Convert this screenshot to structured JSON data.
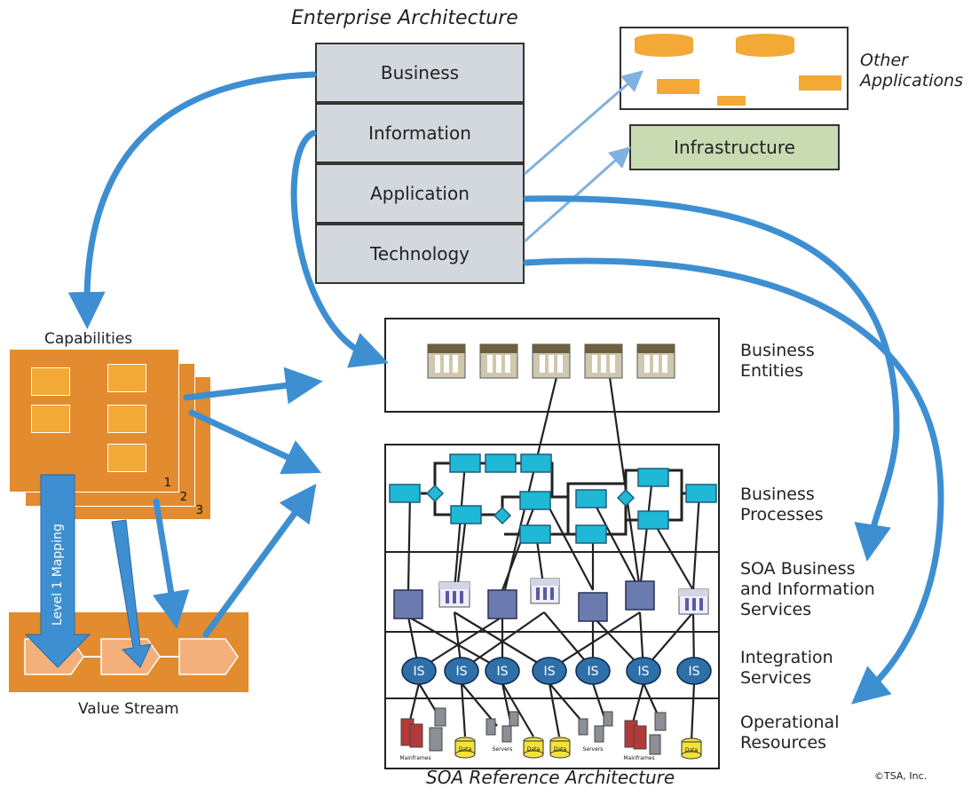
{
  "title": "Enterprise Architecture",
  "ea_layers": [
    "Business",
    "Information",
    "Application",
    "Technology"
  ],
  "other_applications": "Other\nApplications",
  "infrastructure": "Infrastructure",
  "capabilities": {
    "label": "Capabilities",
    "pages": [
      "1",
      "2",
      "3"
    ]
  },
  "mapping_label": "Level 1 Mapping",
  "value_stream": "Value Stream",
  "soa": {
    "title": "SOA Reference Architecture",
    "layers": [
      "Business\nEntities",
      "Business\nProcesses",
      "SOA Business\nand Information\nServices",
      "Integration\nServices",
      "Operational\nResources"
    ],
    "integration_label": "IS",
    "resource_labels": {
      "mainframes": "Mainframes",
      "servers": "Servers",
      "data": "Data"
    }
  },
  "copyright": "©TSA, Inc.",
  "colors": {
    "arrow": "#3d8fd1",
    "orange": "#e38b2f",
    "box_fill": "#d3d8de",
    "infra": "#c9dbb3",
    "process": "#1fb8d6",
    "service": "#6b7bb0"
  }
}
